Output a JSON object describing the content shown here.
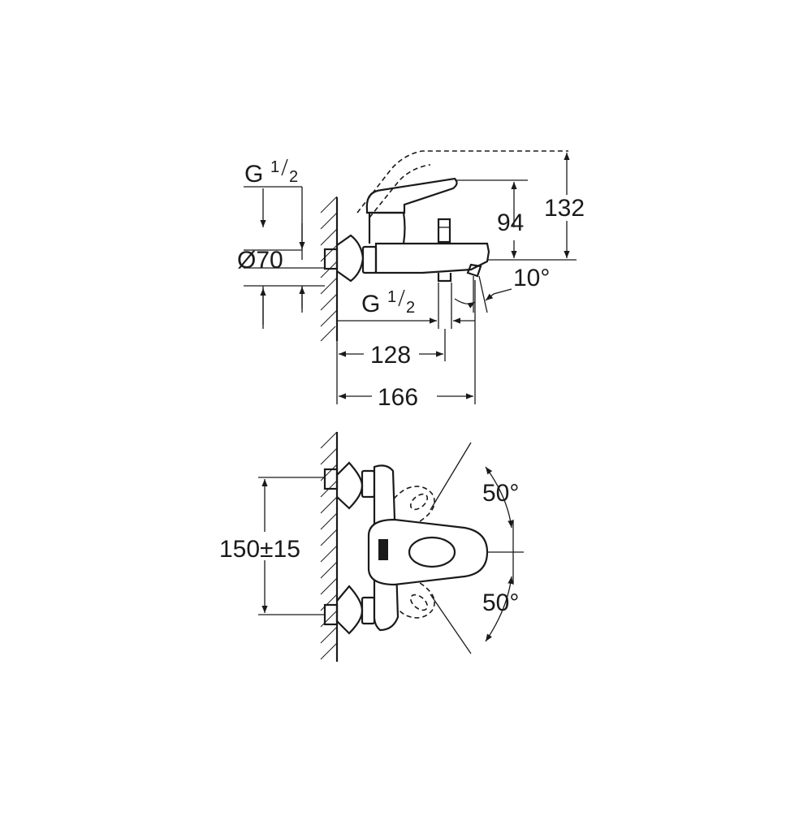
{
  "dimensions": {
    "thread_top": {
      "letter": "G",
      "num": "1",
      "den": "2"
    },
    "diameter": "Ø70",
    "thread_bottom": {
      "letter": "G",
      "num": "1",
      "den": "2"
    },
    "height_94": "94",
    "height_132": "132",
    "angle_10": "10°",
    "length_128": "128",
    "length_166": "166",
    "spacing": "150±15",
    "angle_upper": "50°",
    "angle_lower": "50°"
  },
  "colors": {
    "line": "#1a1a1a",
    "background": "#ffffff"
  }
}
